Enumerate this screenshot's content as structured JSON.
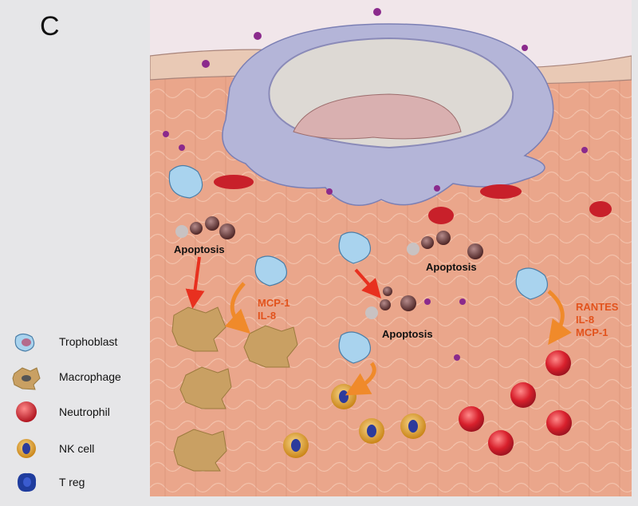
{
  "panel_letter": "C",
  "labels": {
    "apoptosis_1": "Apoptosis",
    "apoptosis_2": "Apoptosis",
    "apoptosis_3": "Apoptosis"
  },
  "cytokines": {
    "group_1": [
      "MCP-1",
      "IL-8"
    ],
    "group_2": [
      "RANTES",
      "IL-8",
      "MCP-1"
    ]
  },
  "legend": [
    {
      "icon": "trophoblast-icon",
      "label": "Trophoblast"
    },
    {
      "icon": "macrophage-icon",
      "label": "Macrophage"
    },
    {
      "icon": "neutrophil-icon",
      "label": "Neutrophil"
    },
    {
      "icon": "nk-cell-icon",
      "label": "NK cell"
    },
    {
      "icon": "t-reg-icon",
      "label": "T reg"
    }
  ],
  "colors": {
    "tissue": "#e9a58a",
    "arrow_red": "#e8301f",
    "arrow_orange": "#f08a2a",
    "trophoblast": "#a9d3ee",
    "neutrophil": "#d8202c",
    "nk_ring": "#e3a23a",
    "nk_nucleus": "#2c3b9c",
    "macrophage": "#c9a063",
    "cytokine_text": "#e2531d"
  }
}
